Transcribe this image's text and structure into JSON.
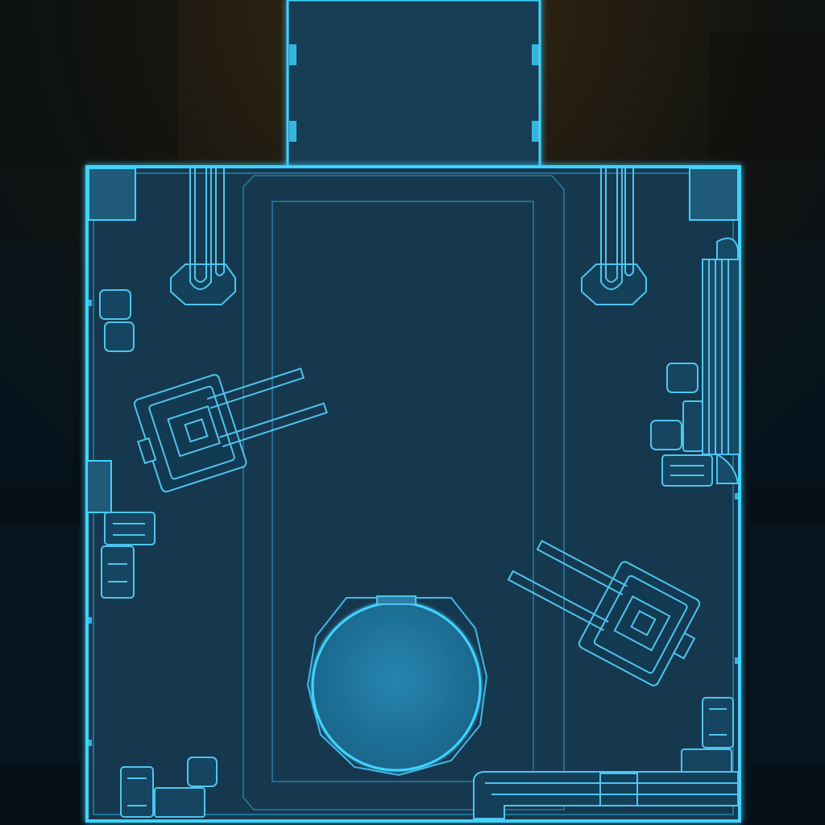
{
  "map": {
    "view": "holographic-floor-plan",
    "palette": {
      "background": "#07121a",
      "background_warm": "#2a1a08",
      "floor": "#12384f",
      "floor_dark": "#0e2e42",
      "outline": "#3fd3ff",
      "outline_glow": "#1aa7e0",
      "detail": "#4fb8e0",
      "pad_fill": "#1c6d94"
    },
    "features": [
      {
        "name": "north-corridor",
        "kind": "corridor"
      },
      {
        "name": "main-room",
        "kind": "room"
      },
      {
        "name": "central-walkway",
        "kind": "floor-marking"
      },
      {
        "name": "turret-west",
        "kind": "turret"
      },
      {
        "name": "turret-east",
        "kind": "turret"
      },
      {
        "name": "pipe-north-west",
        "kind": "pipe"
      },
      {
        "name": "pipe-north-east",
        "kind": "pipe"
      },
      {
        "name": "east-wall-console",
        "kind": "console"
      },
      {
        "name": "circular-pad",
        "kind": "platform"
      },
      {
        "name": "south-pipe-run",
        "kind": "pipe"
      },
      {
        "name": "crates-west",
        "kind": "crates"
      },
      {
        "name": "crates-east",
        "kind": "crates"
      },
      {
        "name": "crates-south-west",
        "kind": "crates"
      }
    ]
  }
}
